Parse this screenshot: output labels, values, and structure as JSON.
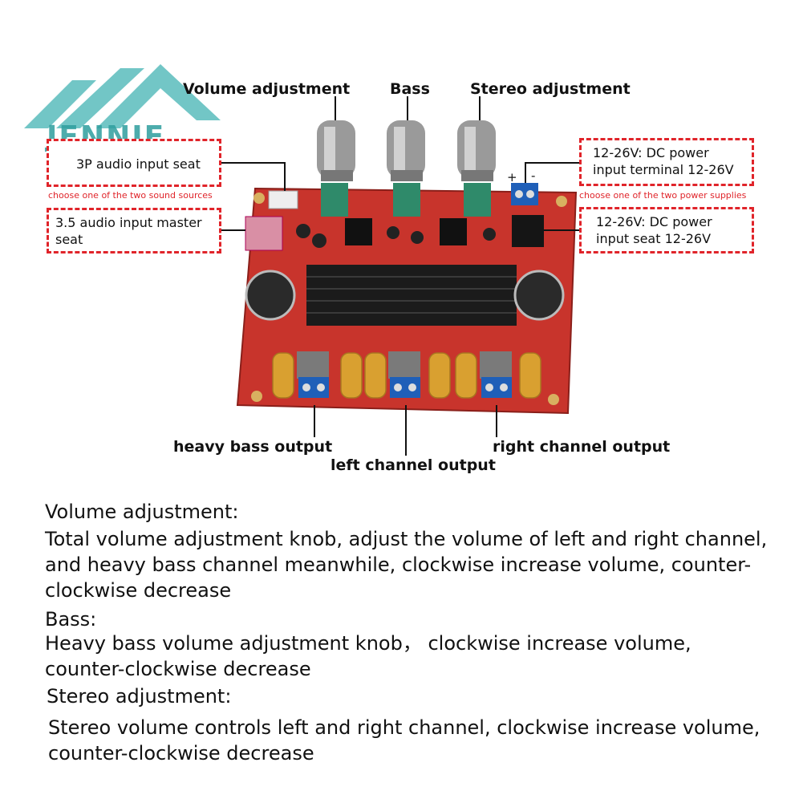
{
  "watermark": {
    "text": "JENNIE",
    "color": "#2e9e9e"
  },
  "labels": {
    "volume": "Volume adjustment",
    "bass": "Bass",
    "stereo": "Stereo adjustment",
    "heavy_bass_output": "heavy bass output",
    "left_channel_output": "left channel output",
    "right_channel_output": "right channel output"
  },
  "callouts": {
    "audio_3p": "3P audio input seat",
    "audio_35": "3.5 audio input master seat",
    "sound_note": "choose one of the two sound sources",
    "dc_terminal": "12-26V: DC power input terminal 12-26V",
    "dc_seat": "12-26V: DC power input seat 12-26V",
    "power_note": "choose one of the two power supplies",
    "plus": "+",
    "minus": "-"
  },
  "board": {
    "pcb_color": "#c8342c",
    "heatsink_color": "#1b1b1b",
    "terminal_color": "#1f5fb8",
    "coil_color": "#d9a030"
  },
  "descriptions": [
    {
      "heading": "Volume adjustment:",
      "text": "Total volume adjustment knob, adjust the volume of left and right channel, and heavy bass channel meanwhile, clockwise increase volume, counter-clockwise decrease"
    },
    {
      "heading": "Bass:",
      "text": "Heavy bass volume adjustment knob，  clockwise increase volume, counter-clockwise decrease"
    },
    {
      "heading": "Stereo adjustment:",
      "text": "Stereo volume controls left and right channel, clockwise increase volume, counter-clockwise decrease"
    }
  ],
  "accent": "#e0242a"
}
